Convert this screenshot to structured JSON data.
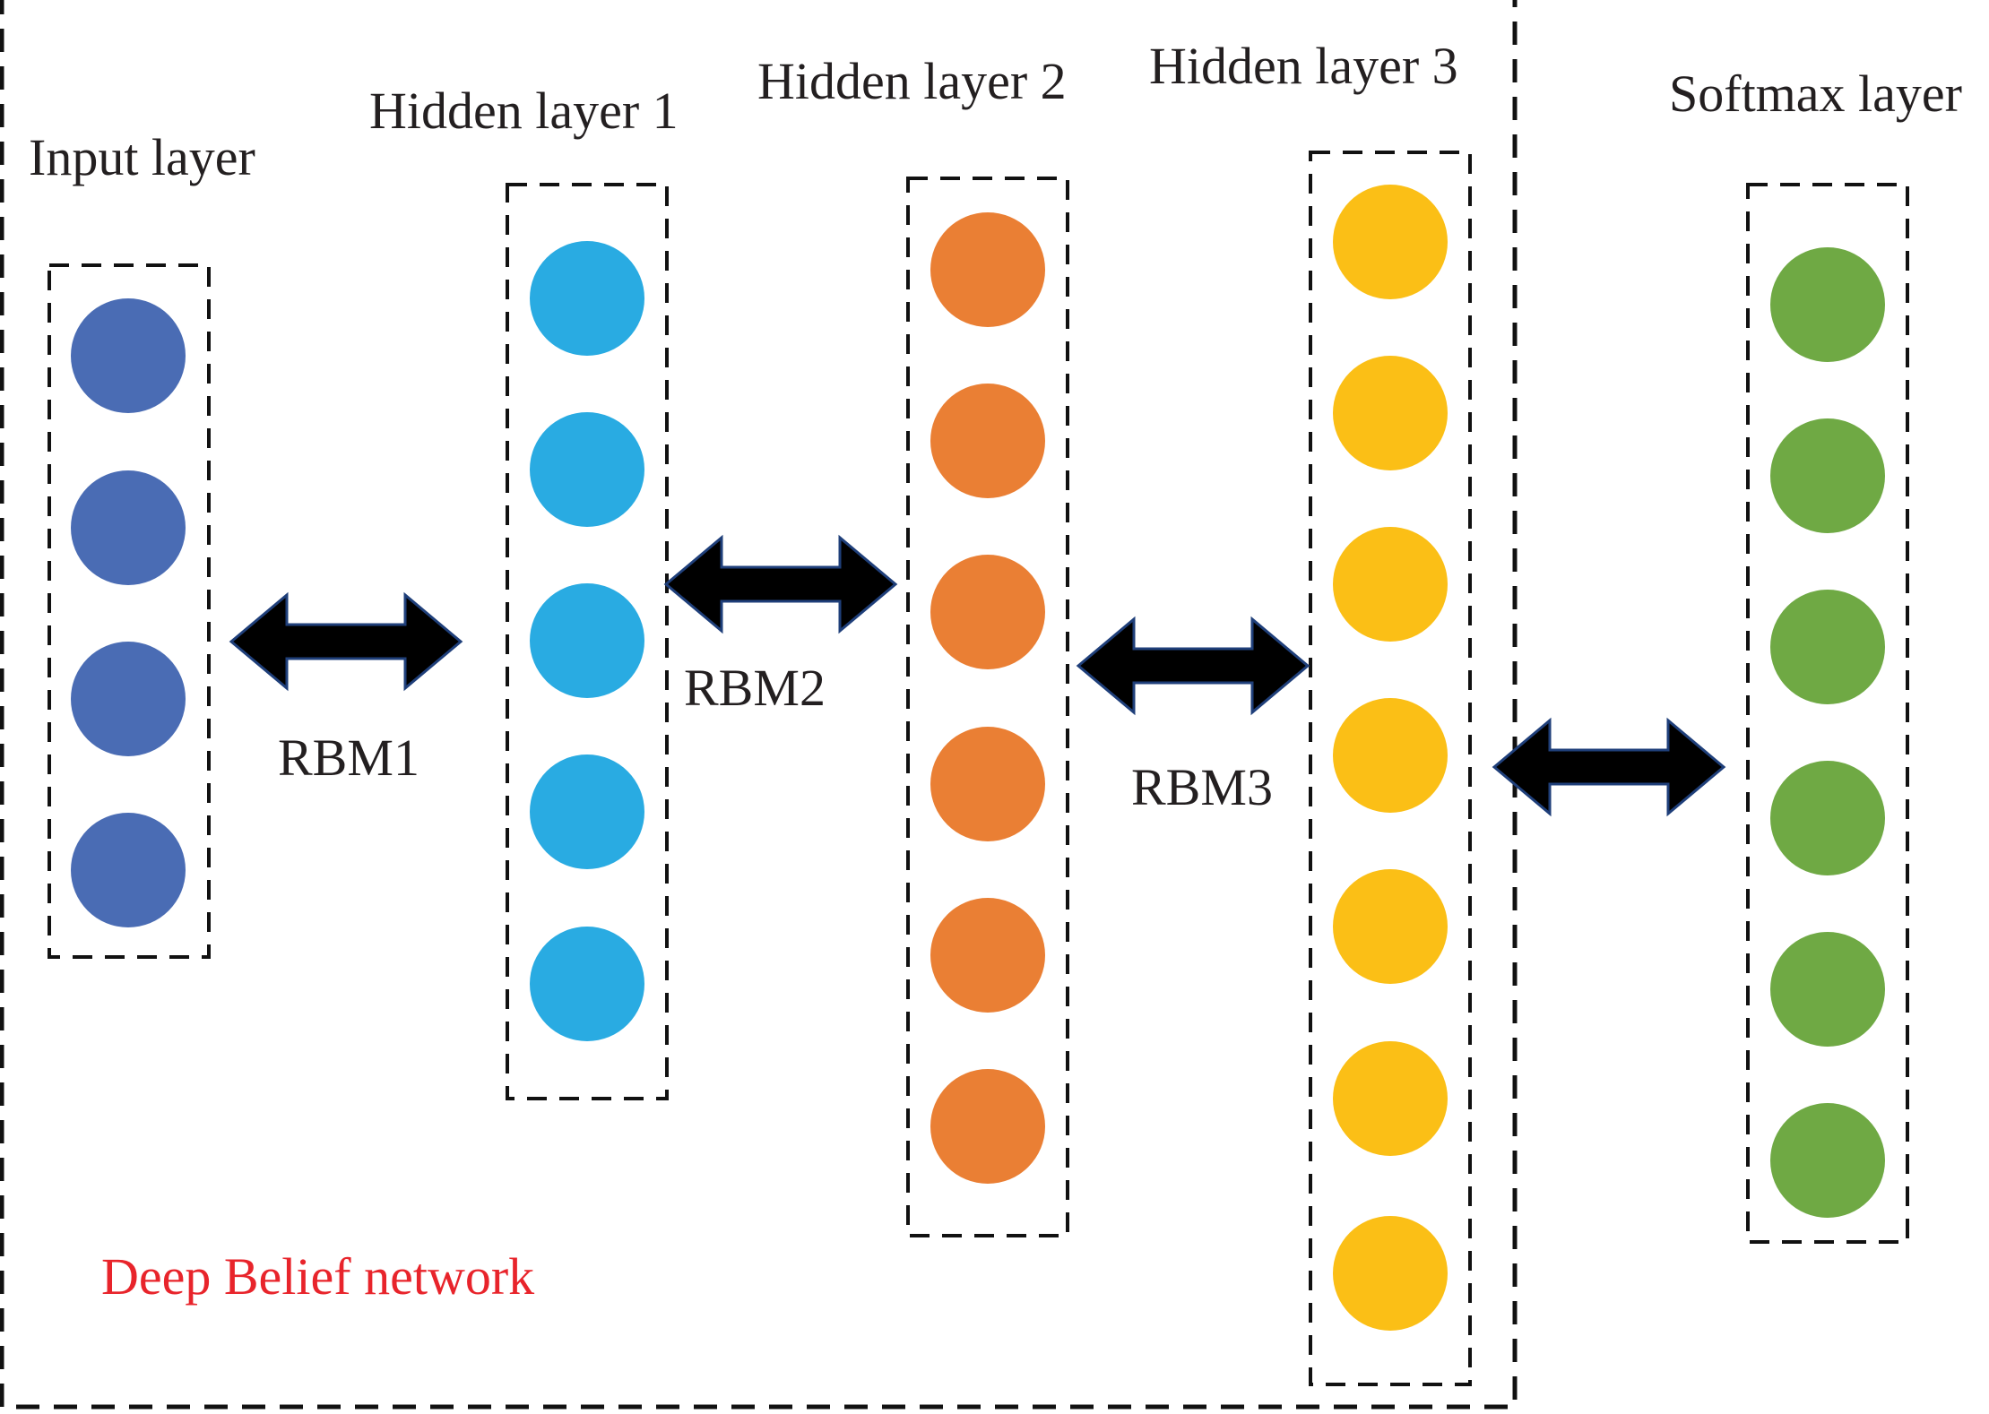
{
  "network_label": "Deep Belief network",
  "colors": {
    "network_label": "#e8242b",
    "input": "#4a6cb4",
    "hidden1": "#29abe2",
    "hidden2": "#ea7f34",
    "hidden3": "#fbbf16",
    "softmax": "#6fa944"
  },
  "layers": [
    {
      "id": "input",
      "label": "Input layer",
      "neurons": 4
    },
    {
      "id": "hidden1",
      "label": "Hidden layer 1",
      "neurons": 5
    },
    {
      "id": "hidden2",
      "label": "Hidden layer 2",
      "neurons": 6
    },
    {
      "id": "hidden3",
      "label": "Hidden layer 3",
      "neurons": 7
    },
    {
      "id": "softmax",
      "label": "Softmax layer",
      "neurons": 6
    }
  ],
  "connections": [
    {
      "label": "RBM1"
    },
    {
      "label": "RBM2"
    },
    {
      "label": "RBM3"
    },
    {
      "label": ""
    }
  ]
}
